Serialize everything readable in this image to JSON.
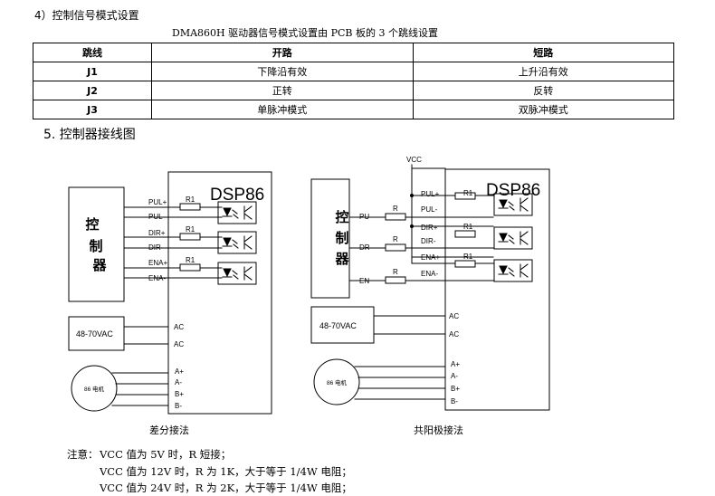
{
  "section4": {
    "title": "4）控制信号模式设置"
  },
  "subtitle": "DMA860H 驱动器信号模式设置由 PCB 板的 3 个跳线设置",
  "jumper_table": {
    "headers": [
      "跳线",
      "开路",
      "短路"
    ],
    "rows": [
      [
        "J1",
        "下降沿有效",
        "上升沿有效"
      ],
      [
        "J2",
        "正转",
        "反转"
      ],
      [
        "J3",
        "单脉冲模式",
        "双脉冲模式"
      ]
    ]
  },
  "section5": {
    "title": "5. 控制器接线图"
  },
  "diagram_left": {
    "driver": "DSP86",
    "controller": [
      "控",
      "制",
      "器"
    ],
    "pins": [
      "PUL+",
      "PUL-",
      "DIR+",
      "DIR-",
      "ENA+",
      "ENA-"
    ],
    "resistor": "R1",
    "power_box": "48-70VAC",
    "ac_pins": [
      "AC",
      "AC"
    ],
    "motor": "86 电机",
    "motor_pins": [
      "A+",
      "A-",
      "B+",
      "B-"
    ],
    "caption": "差分接法"
  },
  "diagram_right": {
    "driver": "DSP86",
    "vcc": "VCC",
    "controller": [
      "控",
      "制",
      "器"
    ],
    "controller_pins": [
      "PU",
      "DR",
      "EN"
    ],
    "resistor": "R",
    "pins": [
      "PUL+",
      "PUL-",
      "DIR+",
      "DIR-",
      "ENA+",
      "ENA-"
    ],
    "driver_resistor": "R1",
    "power_box": "48-70VAC",
    "ac_pins": [
      "AC",
      "AC"
    ],
    "motor": "86 电机",
    "motor_pins": [
      "A+",
      "A-",
      "B+",
      "B-"
    ],
    "caption": "共阳极接法"
  },
  "notes": {
    "label": "注意：",
    "lines": [
      "VCC 值为 5V 时，R 短接；",
      "VCC 值为 12V 时，R 为 1K，大于等于 1/4W 电阻；",
      "VCC 值为 24V 时，R 为 2K，大于等于 1/4W 电阻；"
    ]
  }
}
